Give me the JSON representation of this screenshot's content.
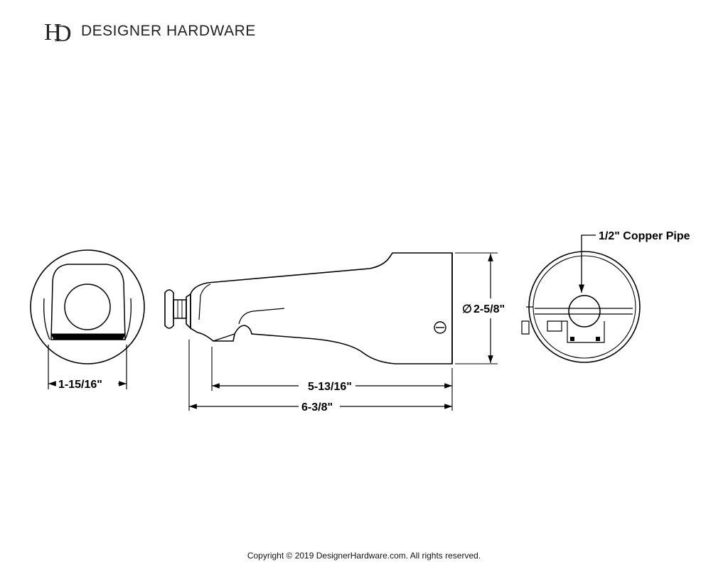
{
  "brand": {
    "logo_letters": "HD",
    "name": "DESIGNER HARDWARE"
  },
  "dimensions": {
    "front_width": "1-15/16\"",
    "spout_length": "5-13/16\"",
    "overall_length": "6-3/8\"",
    "diameter": "2-5/8\"",
    "diameter_symbol": "∅"
  },
  "annotations": {
    "pipe": "1/2\" Copper Pipe"
  },
  "footer": {
    "copyright": "Copyright © 2019 DesignerHardware.com. All rights reserved."
  }
}
